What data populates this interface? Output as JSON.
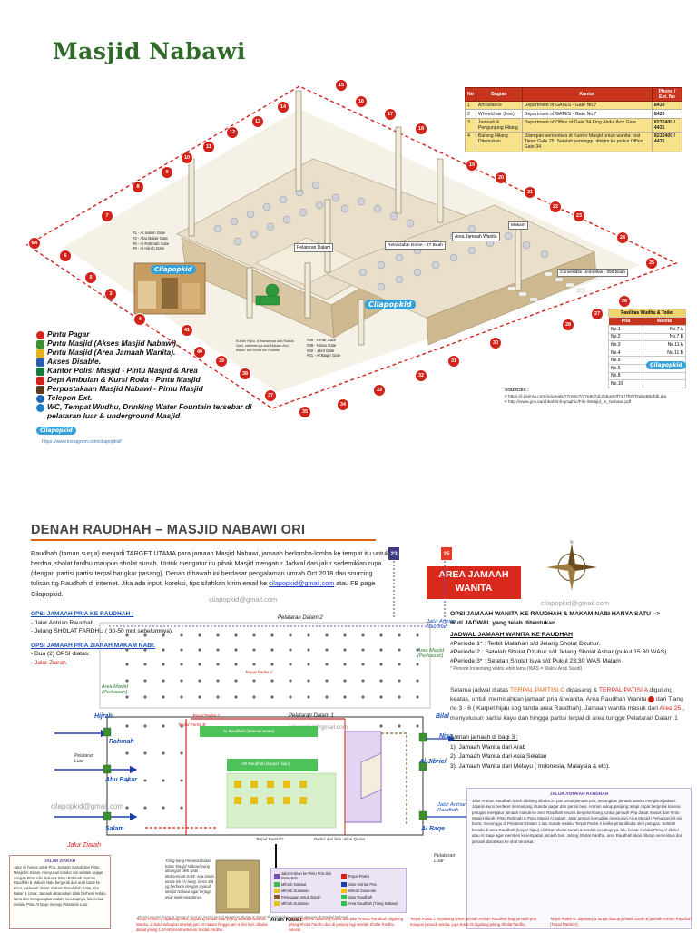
{
  "top": {
    "title": "Masjid Nabawi",
    "contact_table": {
      "headers": [
        "No",
        "Bagian",
        "Kantor",
        "Phone / Ext. No"
      ],
      "rows": [
        [
          "1",
          "Ambulance",
          "Department of GATES - Gate No.7",
          "8430"
        ],
        [
          "2",
          "Wheelchair (free)",
          "Department of GATES - Gate No.7",
          "8420"
        ],
        [
          "3",
          "Jamaah & Pengunjung Hilang",
          "Department of Office of Gate 34 King Abdul Aziz Gate",
          "8232400 / 4431"
        ],
        [
          "4",
          "Barang Hilang Ditemukan",
          "Disimpan sementara di Kantor Masjid untuk wanita: lost Timer Gate 25. Setelah seminggu dikirim ke police Office Gate 34",
          "8232400 / 4431"
        ]
      ]
    },
    "facilities": {
      "title": "Fasilitas Wudhu & Toilet",
      "headers": [
        "Pria",
        "Wanita"
      ],
      "rows": [
        [
          "No.1",
          "No.7 A"
        ],
        [
          "No.2",
          "No.7 B"
        ],
        [
          "No.3",
          "No.11 A"
        ],
        [
          "No.4",
          "No.11 B"
        ],
        [
          "No.5",
          ""
        ],
        [
          "No.6",
          ""
        ],
        [
          "No.8",
          ""
        ],
        [
          "No.10",
          ""
        ]
      ]
    },
    "sources": {
      "label": "SOURCES :",
      "lines": [
        "# https://i.pinimg.com/originals/77/e8/c7/77e8c7dc2fdee93f71 /7f0/7f2a5e88dfdb.jpg",
        "# http://www.gov.sa/ahkah/infographic/File /Masjid_in_Nabawi.pdf"
      ]
    },
    "legend": [
      {
        "label": "Pintu Pagar",
        "color": "#d2231b"
      },
      {
        "label": "Pintu Masjid (Akses Masjid Nabawi).",
        "color": "#3d8f2f"
      },
      {
        "label": "Pintu Masjid (Area Jamaah Wanita).",
        "color": "#e6b21a"
      },
      {
        "label": "Akses Disable.",
        "color": "#2a5db0"
      },
      {
        "label": "Kantor Polisi Masjid - Pintu Masjid  & Area",
        "color": "#1a7a3d"
      },
      {
        "label": "Dept Ambulan & Kursi Roda - Pintu Masjid",
        "color": "#d2231b"
      },
      {
        "label": "Perpustakaan Masjid Nabawi - Pintu Masjid",
        "color": "#5b3a1a"
      },
      {
        "label": "Telepon Ext.",
        "color": "#1b66b0"
      },
      {
        "label": "WC, Tempat Wudhu, Drinking Water Fountain tersebar di pelataran luar & underground Masjid",
        "color": "#1b7ec6"
      }
    ],
    "instagram": "https://www.instagram.com/cilapopkid/",
    "map_labels": {
      "pelataran_dalam": "Pelataran Dalam",
      "retractable_dome": "Retractable Dome - 27 Buah",
      "area_jamaah_wanita": "Area Jamaah Wanita",
      "convertible_umbrellas": "Convertible Umbrellas - 250 Buah",
      "masjid_label": "Makam",
      "gates_left": [
        "#1 - Al Salam Gate",
        "#3 - Abu Bakar Gate",
        "#5 - Al Rahmah Gate",
        "#8 - Al Hijrah Gate"
      ],
      "gates_right": [
        "#36 - Umar Gate",
        "#39 - Nissa Gate",
        "#40 - Jibril Gate",
        "#41 - Al Baqie Gate"
      ],
      "kubah_note": "Kubah Hijau, di bawahnya ada Rasulu Nabi, sebelahnya ada Makam Abu Bakar, lalu Umar bin Khattab"
    },
    "brand": "Cilapopkid"
  },
  "bottom": {
    "title": "DENAH RAUDHAH – MASJID NABAWI ORI",
    "intro": "Raudhah (taman surga) menjadi TARGET UTAMA para jamaah Masjid Nabawi, jamaah berlomba-lomba ke tempat itu untuk berdoa, sholat fardhu maupun sholat sunah. Untuk mengatur itu pihak Masjid mengatur  Jadwal dan jalur sedemikian rupa (dengan partisi partisi terpal bangkar pasang).  Denah dibawah ini berdasar pengalaman umrah Oct 2018 dan sourcing tulisan ttg Raudhah di internet. Jika ada input, koreksi, tips silahkan kirim email ke",
    "intro_email": "cilapopkid@gmail.com",
    "intro_tail": "atau FB page Cilapopkid.",
    "gate_23": "23",
    "gate_25": "25",
    "wanita_box": "AREA JAMAAH WANITA",
    "email": "cilapopkid@gmail.com",
    "opsi_pria": {
      "h1": "OPSI  JAMAAH PRIA KE RAUDHAH :",
      "l1": "- Jalur Antrian Raudhah.",
      "l2": "- Jelang SHOLAT FARDHU ( 30-50 mnt sebelumnya).",
      "h2": "OPSI JAMAAH PRIA ZIARAH MAKAM NABI:",
      "l3": "- Dua (2) OPSI diatas.",
      "l4": "- Jalur Ziarah."
    },
    "opsi_wanita": {
      "h1": "OPSI JAMAAH WANITA  KE RAUDHAH & MAKAM NABI HANYA SATU -->",
      "h1b": "Ikuti JADWAL yang telah ditentukan.",
      "h2": "JADWAL JAMAAH WANITA KE  RAUDHAH",
      "p1": "#Periode 1* : Terbit Matahari s/d Jelang Sholat Dzuhur.",
      "p2": "#Periode 2 : Setelah Sholat Dzuhur s/d Jelang Sholat Ashar (pukul 15:30 WAS).",
      "p3": "#Periode 3* : Setelah Sholat Isya  s/d Pukul 23:30 WAS Malam",
      "note": "* Periode ini tentang waktu lebih lama (WAS = Waktu Arab Saudi)"
    },
    "desc_wanita": {
      "a": "Selama jadwal diatas",
      "terpal_c": "TERPAL PARTISI  C",
      "b": "dipasang &",
      "terpal_a": "TERPAL PATISI A",
      "c": "digulung keatas, untuk memisahkan jamaah pria & wanita. Area Raudhah Wanita",
      "d": "dari Tiang no 3 - 6 ( Karpet hijau sbg tanda area Raudhah). Jamaah wanita masuk dari",
      "area25": "Area 25",
      "e": ", menyelusuri partisi kayu dan hingga partisi terpal di area tunggu Pelataran Dalam 1"
    },
    "antrian": {
      "h": "Antrian jamaah di bagi 3 :",
      "l1": "1). Jamaah Wanita dari Arab",
      "l2": "2). Jamaah Wanita dari Asia Selatan",
      "l3": "3). Jamaah Wanita dari Melayu ( Indonesia, Malaysia & etc)."
    },
    "plan_labels": {
      "pelataran_dalam_2": "Pelataran Dalam  2",
      "pelataran_dalam_1": "Pelataran Dalam  1",
      "hijrah": "Hijrah",
      "rahmah": "Rahmah",
      "abu_bakar": "Abu Bakar",
      "salam": "Salam",
      "bilal": "Bilal",
      "nisa": "Nisa",
      "al_jibriel": "Al Jibriel",
      "al_baqe": "Al Baqe",
      "pelataran_luar_left": "Pelataran Luar",
      "pelataran_luar_right": "Pelataran Luar",
      "jalur_antrian_raudhah_left": "Jalur Antrian Raudhah",
      "jalur_antrian_raudhah_right": "Jalur Antrian Raudhah",
      "jalur_ziarah": "Jalur Ziarah",
      "area_masjid_left": "Area Masjid (Perluasan)",
      "area_masjid_right": "Area Masjid (Perluasan)",
      "terpal_partisi_c": "Terpal Partisi C",
      "terpal_partisi_a": "Terpal Partisi A",
      "terpal_partisi_b": "Terpal Partisi B",
      "terpal_partisi_d": "Terpal Partisi D",
      "ar_raudhah": "Ar Raudhah (ketersai emas)",
      "ar_raudhah_hijau": "AR Raudhah (karpet hijau)",
      "partisi_kayu": "Partisi dari likin ukl Al Quran",
      "arah_kiblat": "Arah Kiblat",
      "tiang_note": "Tiang-tiang Penanda batas batas Masjid Nabawi yang dibangun oleh Nabi Muhammad SAW. Ada tanda tanda tim (Al tiang, berisi 8/8 yg berbeda dengan sejarah Masjid Nabawi agar terjaga jejak jejak sejarahnya."
    },
    "info_box": {
      "title": "JALUR ANTRIAN RAUDHAH",
      "text": "Jalur Antrian Raudhah boleh dibilang dibuka 24 jam untuk jamaah pria, sedangkan jamaah wanita mengikuti jadwal. Jajaran kursi berderet memanjang ditandai pagar dan partisi besi. Antrian cukup panjang tetapi cepat bergerak karena petugas mengatur jamaah masuk ke area Raudhah secara bergelombang. Untuk jamaah Pria dapat masuk dari Pintu Masjid Hijrah, Pintu Rahmah & Pintu Masjid Al Salam. Jalur antrian kemudian menyusuri Area Masjid (Perluasan) di sisi barat, menunggu di Pelataran Dalam 1 lalu masuk melalui Terpal Partisi A ketika pintu dibuka oleh petugas. Setelah berada di area Raudhah (karpet hijau) silahkan sholat sunah & berdoa secukupnya, lalu keluar melalui Pintu Al Jibriel atau Al Baqe agar memberi kesempatan jamaah lain. Jelang Sholat Fardhu, area Raudhah akan ditutup sementara dan jamaah diarahkan ke shaf terdekat."
    },
    "jalur_ziarah_box": {
      "title": "JALUR ZIARAH",
      "text": "Jalur ini hanya untuk Pria. Jamaah masuk dari Pintu Masjid Al Salam, menyusuri koridor sisi selatan sejajar dengan Pintu Abu Bakar & Pintu Rahmah. Antrian Raudhah & Makam Nabi bergerak dari arah barat ke timur, melewati depan makam Rasulullah SAW, Abu Bakar & Umar. Jamaah disarankan tidak berhenti terlalu lama dan mengucapkan salam secukupnya, lalu keluar melalui Pintu Al Baqe menuju Pelataran Luar."
    },
    "zone_legend": [
      [
        "Jalur Antrian ke Pintu Pria dari Pintu Bab",
        "Terpal Partisi"
      ],
      [
        "Mihrab Nabawi",
        "Jalur Antrian Pria"
      ],
      [
        "Mihrab Sulaiman",
        "Mihrab Sulaiman"
      ],
      [
        "Penjagaan untuk Ziarah",
        "Jalur Raudhah"
      ],
      [
        "Mihrab Sulaiman",
        "Area Raudhah (Tiang Nabawi)"
      ]
    ],
    "footnote": "Posisi ukuran tiang & tanggal saat ini posisi terpal tersebut aturan & dapat di gabungkan seperti dengan di Masjid Nabawi",
    "red_notes": {
      "left": "Terpal Partisi A: dipasang terus, digulung keatas saat jelang Jadwal Raudhah Wanita, di buka sebagian setelah jam 10 malam hingga jam 4 dini hari, dibuka disaat jelang 1.30-60 menit sebelum Sholat Fardhu.",
      "mid": "Terpal Partisi B dipasang ketika ada jalur Antrian Raudhah, digulung jelang Sholat Fardhu dan di pasang lagi setelah Sholat Fardhu selesai.",
      "right": "Terpal Partisi C terpasang untuk jamaah Antrian Raudhah bagi jamaah pria maupun jamaah wanita, juga lewat ini digulung jelang Sholat Fardhu.",
      "far": "Terpal Partisi D: dipasang & tanpa ditutup jamaah ziarah & jamaah Antrian Raudhah (Terpal Partisi A)"
    }
  }
}
